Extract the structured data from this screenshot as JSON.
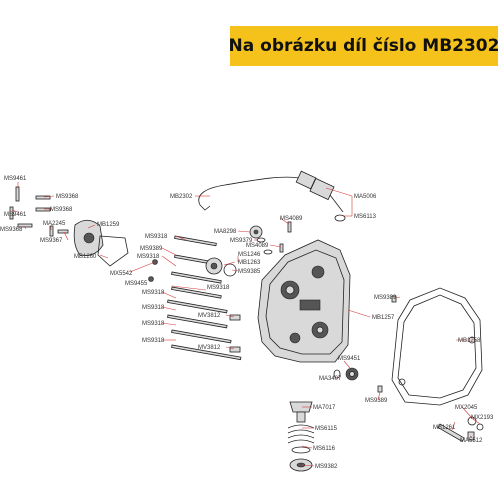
{
  "header": {
    "text": "Na obrázku díl číslo MB2302"
  },
  "labels": [
    "MS9461",
    "MS9368",
    "MS9461",
    "MS9368",
    "MS9368",
    "MA2245",
    "MS9367",
    "MB1259",
    "MB1260",
    "MB2302",
    "MA5006",
    "MS6113",
    "MS9318",
    "MS9389",
    "MS9318",
    "MX5542",
    "MS9455",
    "MS9318",
    "MS9318",
    "MS9318",
    "MV3812",
    "MS9318",
    "MS9318",
    "MV3812",
    "MA8298",
    "MS9379",
    "MS4089",
    "MS4089",
    "MS1246",
    "MB1263",
    "MS9385",
    "MS9389",
    "MB1257",
    "MS9451",
    "MA3407",
    "MS9389",
    "MB1258",
    "MX2045",
    "MX2193",
    "MB1261",
    "MA5512",
    "MA7017",
    "MS6115",
    "MS6116",
    "MS9382"
  ]
}
